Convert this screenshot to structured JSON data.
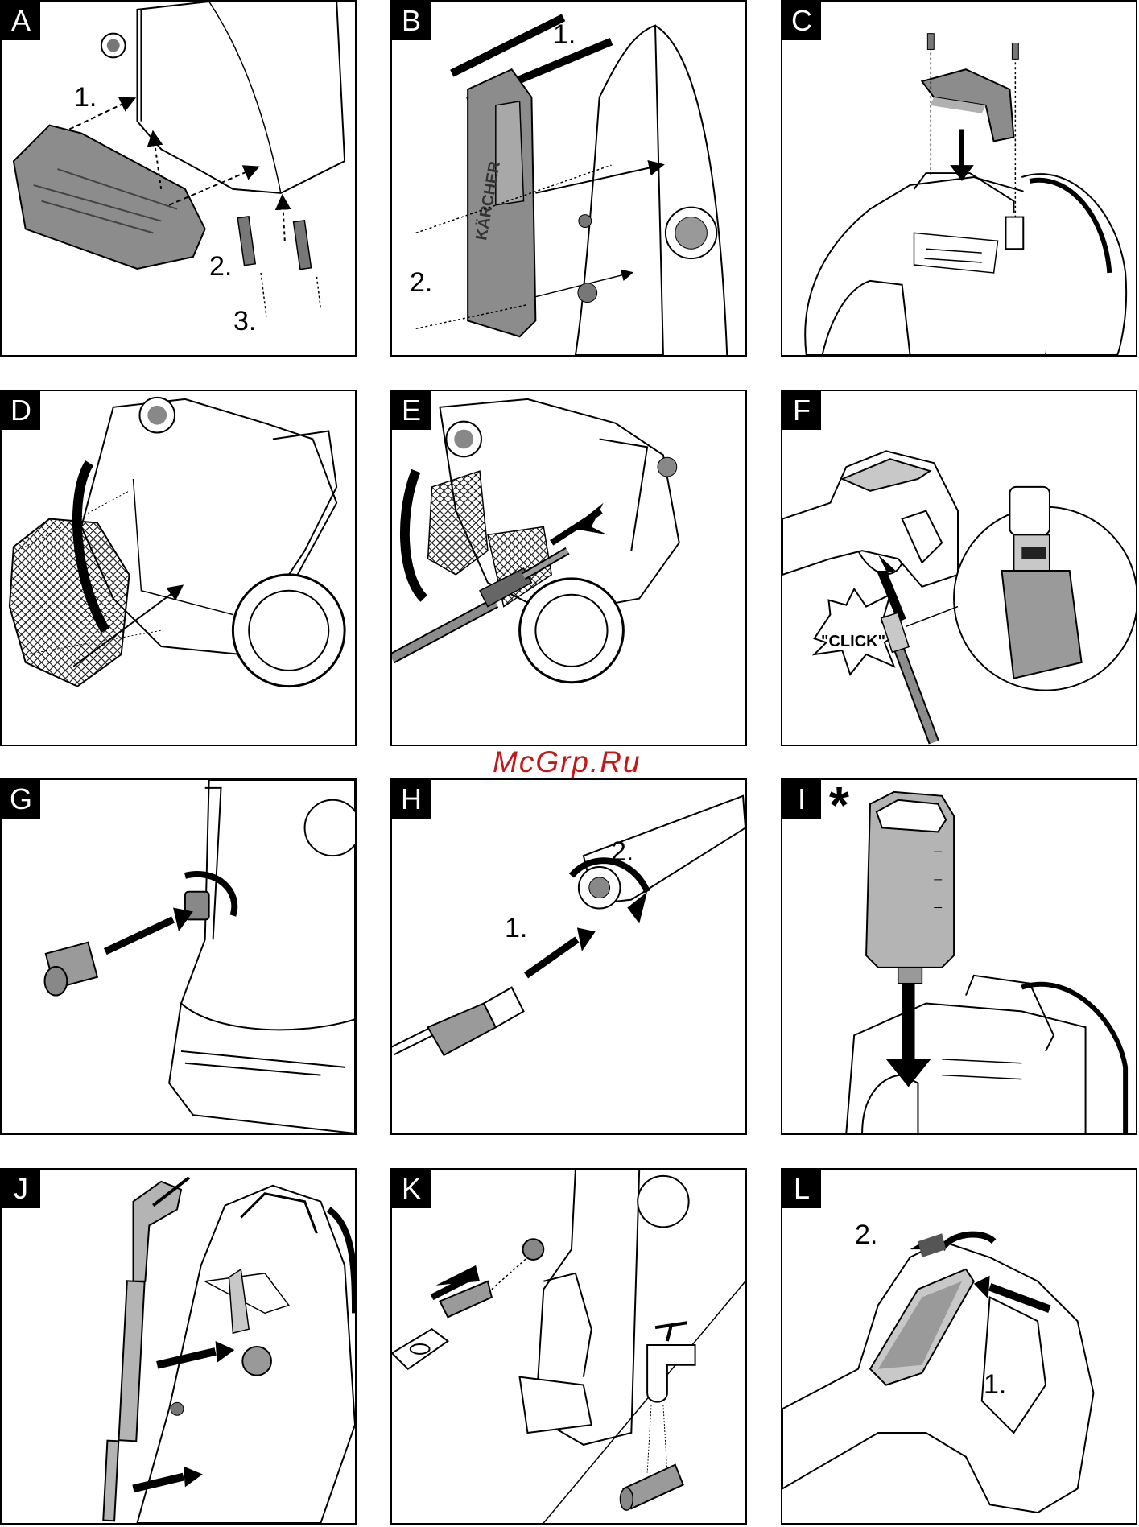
{
  "panels": {
    "A": {
      "label": "A",
      "steps": [
        "1.",
        "2.",
        "3."
      ]
    },
    "B": {
      "label": "B",
      "steps": [
        "1.",
        "2."
      ],
      "brand": "KÄRCHER"
    },
    "C": {
      "label": "C"
    },
    "D": {
      "label": "D"
    },
    "E": {
      "label": "E"
    },
    "F": {
      "label": "F",
      "callout": "\"CLICK\""
    },
    "G": {
      "label": "G"
    },
    "H": {
      "label": "H",
      "steps": [
        "1.",
        "2."
      ]
    },
    "I": {
      "label": "I",
      "marker": "*"
    },
    "J": {
      "label": "J"
    },
    "K": {
      "label": "K"
    },
    "L": {
      "label": "L",
      "steps": [
        "2.",
        "1."
      ]
    }
  },
  "watermark": "McGrp.Ru",
  "colors": {
    "line": "#000000",
    "part_fill": "#8c8c8c",
    "light_fill": "#c8c8c8",
    "watermark": "#c41818"
  }
}
